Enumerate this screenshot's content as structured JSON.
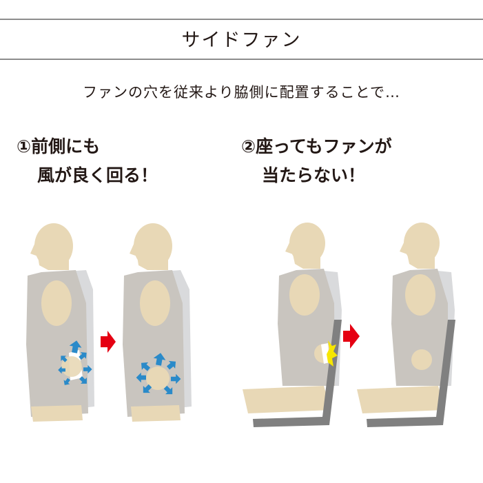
{
  "header": {
    "title": "サイドファン"
  },
  "lead": "ファンの穴を従来より脇側に配置することで…",
  "points": [
    {
      "number": "①",
      "line1": "前側にも",
      "line2": "風が良く回る！"
    },
    {
      "number": "②",
      "line1": "座ってもファンが",
      "line2": "当たらない！"
    }
  ],
  "colors": {
    "skin": "#e8d8b6",
    "vest": "#c9c5bf",
    "vest_back": "#d9dadc",
    "airflow": "#2a8ac9",
    "arrow": "#e50012",
    "seat": "#808080",
    "impact": "#f7e600",
    "rule": "#8c8c8c"
  }
}
